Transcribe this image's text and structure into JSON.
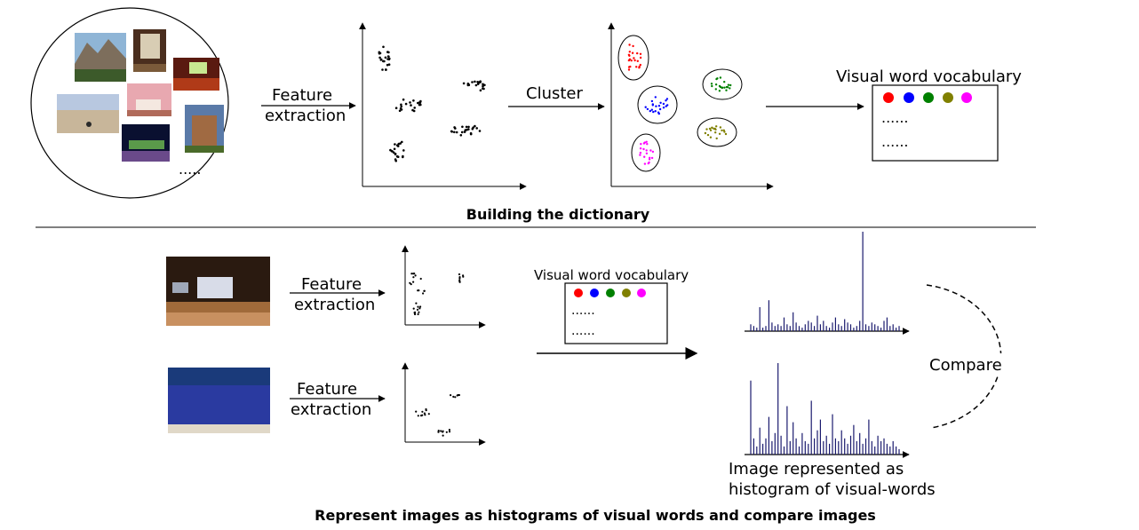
{
  "top": {
    "feature_label_1": "Feature",
    "feature_label_2": "extraction",
    "collection_ellipsis": ".....",
    "cluster_label": "Cluster",
    "vocab_title": "Visual word vocabulary",
    "vocab_line_1": "......",
    "vocab_line_2": "......",
    "section_title": "Building the dictionary"
  },
  "bottom": {
    "feature_label_1": "Feature",
    "feature_label_2": "extraction",
    "vocab_title": "Visual word vocabulary",
    "vocab_line_1": "......",
    "vocab_line_2": "......",
    "compare_label": "Compare",
    "histogram_caption_1": "Image represented as",
    "histogram_caption_2": "histogram of visual-words",
    "section_title": "Represent images as histograms of visual words and compare images"
  },
  "colors": {
    "word_colors": [
      "#ff0000",
      "#0000ff",
      "#008000",
      "#808000",
      "#ff00ff"
    ],
    "histogram_bar": "#1a1a6e"
  },
  "histograms": {
    "top": [
      4,
      3,
      2,
      14,
      2,
      3,
      18,
      5,
      3,
      4,
      3,
      8,
      4,
      3,
      11,
      5,
      3,
      2,
      4,
      6,
      5,
      3,
      9,
      4,
      6,
      3,
      2,
      5,
      8,
      4,
      3,
      7,
      5,
      4,
      2,
      3,
      6,
      58,
      4,
      3,
      5,
      4,
      3,
      2,
      6,
      8,
      3,
      4,
      2,
      3
    ],
    "bottom": [
      55,
      12,
      6,
      20,
      8,
      12,
      28,
      10,
      16,
      68,
      14,
      6,
      36,
      10,
      24,
      12,
      6,
      16,
      10,
      8,
      40,
      12,
      18,
      26,
      10,
      14,
      8,
      30,
      12,
      10,
      18,
      12,
      8,
      14,
      22,
      10,
      16,
      8,
      12,
      26,
      10,
      6,
      14,
      10,
      12,
      8,
      6,
      10,
      6,
      4
    ]
  }
}
